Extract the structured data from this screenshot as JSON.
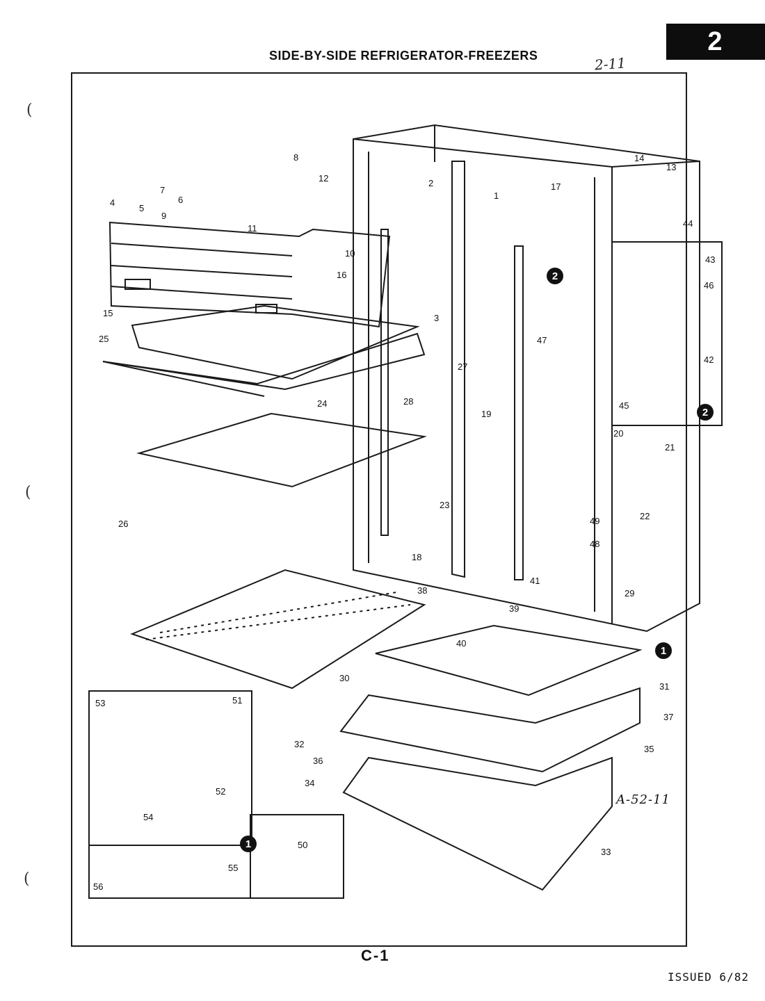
{
  "header": {
    "title": "SIDE-BY-SIDE REFRIGERATOR-FREEZERS",
    "section_tab": "2",
    "handwritten_note": "2-11"
  },
  "diagram": {
    "art_number": "A-52-11",
    "detail_badges": [
      "1",
      "2"
    ],
    "callouts": [
      "1",
      "2",
      "3",
      "4",
      "5",
      "6",
      "7",
      "8",
      "9",
      "10",
      "11",
      "12",
      "13",
      "14",
      "15",
      "16",
      "17",
      "18",
      "19",
      "20",
      "21",
      "22",
      "23",
      "24",
      "25",
      "26",
      "27",
      "28",
      "29",
      "30",
      "31",
      "32",
      "33",
      "34",
      "35",
      "36",
      "37",
      "38",
      "39",
      "40",
      "41",
      "42",
      "43",
      "44",
      "45",
      "46",
      "47",
      "48",
      "49",
      "50",
      "51",
      "52",
      "53",
      "54",
      "55",
      "56"
    ]
  },
  "footer": {
    "page_code": "C-1",
    "issued": "ISSUED 6/82"
  },
  "margin_marks": [
    "(",
    "(",
    "("
  ]
}
